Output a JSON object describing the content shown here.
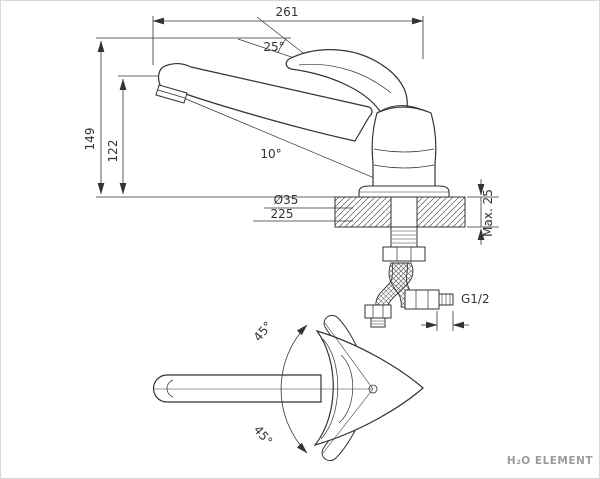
{
  "canvas": {
    "background": "#ffffff",
    "line_color": "#333333",
    "logo_color": "#9b9b9b"
  },
  "side_view": {
    "dim_width": "261",
    "handle_angle": "25°",
    "height_total": "149",
    "height_spout": "122",
    "spout_angle": "10°",
    "hole_diameter": "Ø35",
    "reach": "225",
    "max_mount_thickness": "Max. 25",
    "thread_size": "G1/2"
  },
  "plan_view": {
    "swivel_angle_upper": "45°",
    "swivel_angle_lower": "45°"
  },
  "branding": {
    "logo": "H₂O ELEMENT"
  }
}
